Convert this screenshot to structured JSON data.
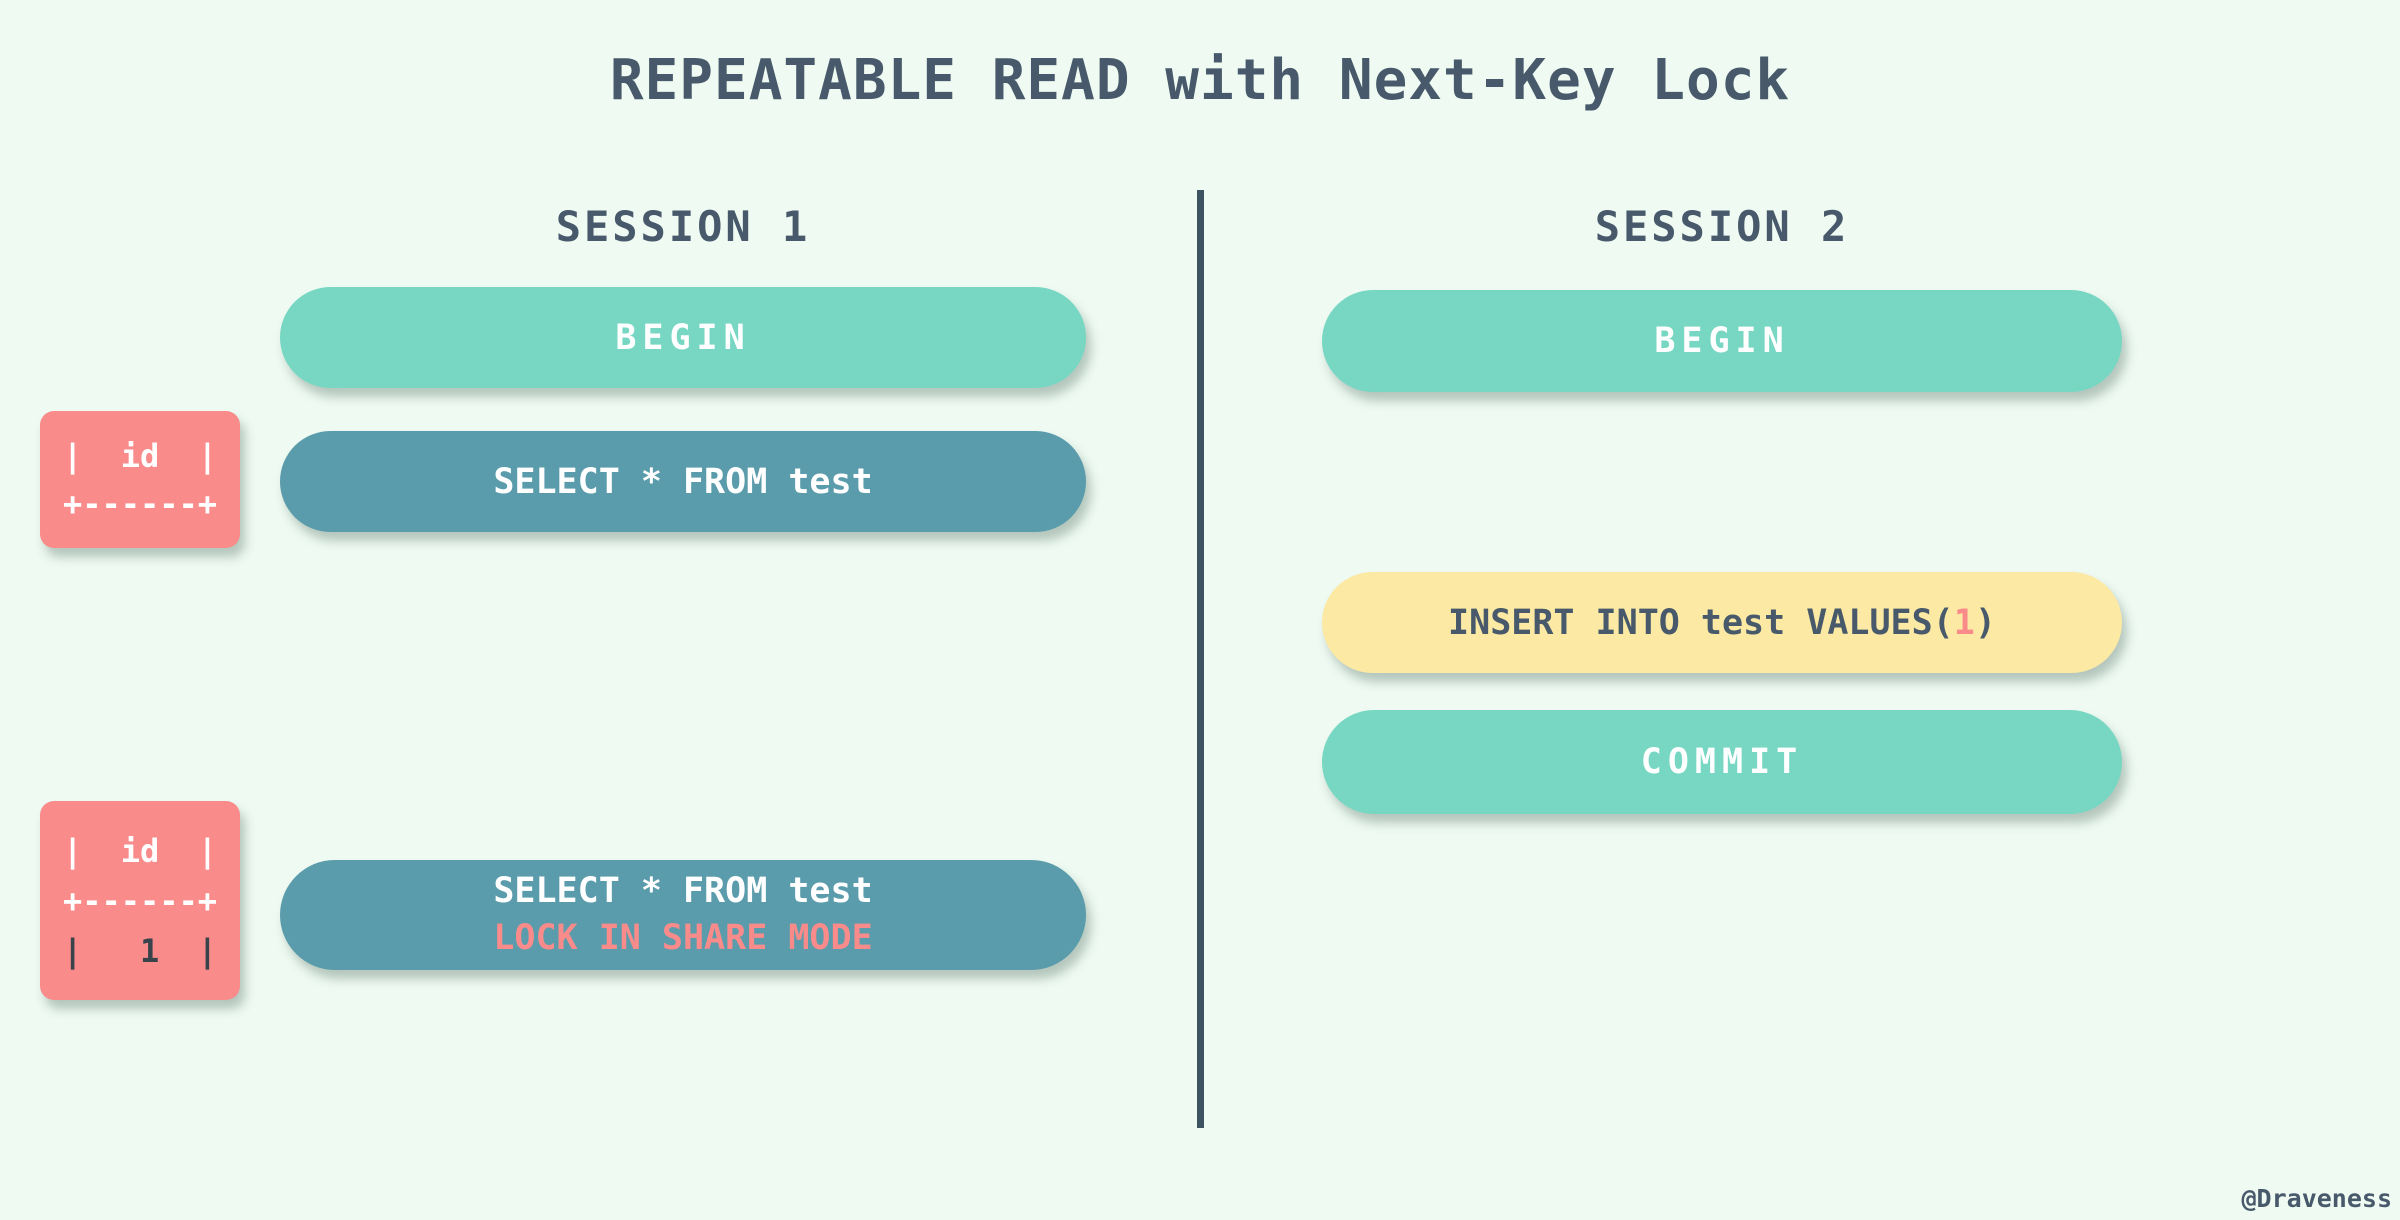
{
  "title": "REPEATABLE READ with Next-Key Lock",
  "attribution": "@Draveness",
  "colors": {
    "background": "#eefaf2",
    "heading_text": "#47596a",
    "divider": "#3d5362",
    "teal_box": "#77d7c3",
    "blue_box": "#5a9cab",
    "yellow_box": "#fce9a3",
    "salmon_box": "#f98b8b",
    "salmon_accent_text": "#f98b8b",
    "dark_value_text": "#39434b",
    "box_text": "#ffffff"
  },
  "session1": {
    "header": "SESSION 1",
    "begin": "BEGIN",
    "select": "SELECT * FROM test",
    "select_lock_line1": "SELECT * FROM test",
    "select_lock_line2": "LOCK IN SHARE MODE"
  },
  "session2": {
    "header": "SESSION 2",
    "begin": "BEGIN",
    "insert_prefix": "INSERT INTO test VALUES(",
    "insert_value": "1",
    "insert_suffix": ")",
    "commit": "COMMIT"
  },
  "result_table_empty": {
    "line1": "|  id  |",
    "line2": "+------+"
  },
  "result_table_locked": {
    "line1": "|  id  |",
    "line2": "+------+",
    "line3": "|   1  |"
  }
}
